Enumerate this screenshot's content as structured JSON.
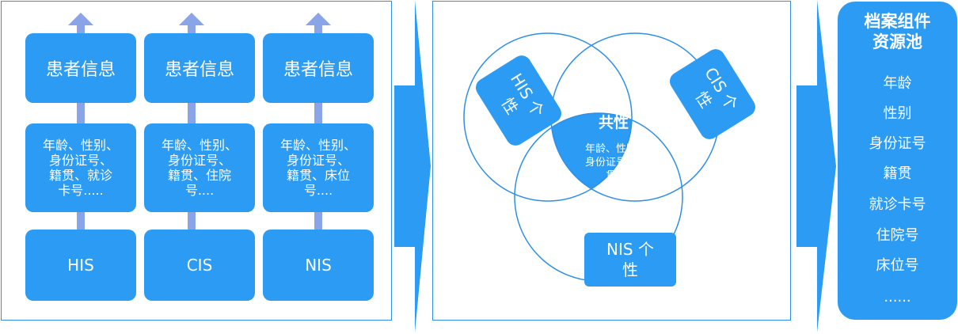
{
  "left_panel": {
    "columns": [
      {
        "title": "患者信息",
        "details": "年龄、性别、\n身份证号、\n籍贯、就诊\n卡号.....",
        "system": "HIS"
      },
      {
        "title": "患者信息",
        "details": "年龄、性别、\n身份证号、\n籍贯、住院\n号....",
        "system": "CIS"
      },
      {
        "title": "患者信息",
        "details": "年龄、性别、\n身份证号、\n籍贯、床位\n号....",
        "system": "NIS"
      }
    ]
  },
  "venn": {
    "his_label": "HIS 个\n性",
    "cis_label": "CIS 个\n性",
    "nis_label": "NIS 个\n性",
    "common_title": "共性",
    "common_text": "年龄、性别、\n身份证号、籍\n贯..."
  },
  "pool": {
    "title_line1": "档案组件",
    "title_line2": "资源池",
    "items": [
      "年龄",
      "性别",
      "身份证号",
      "籍贯",
      "就诊卡号",
      "住院号",
      "床位号",
      "......"
    ]
  },
  "colors": {
    "box_blue": "#2b9bf4",
    "stem_blue": "#8aa4e8",
    "border_blue": "#2f8fe6",
    "arrow_blue": "#2b9bf4"
  }
}
